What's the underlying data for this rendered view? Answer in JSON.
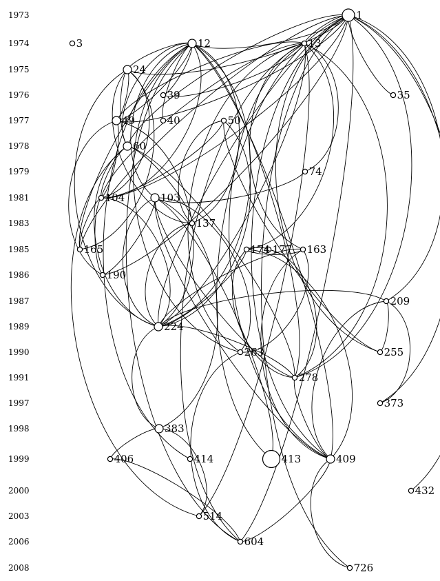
{
  "years": [
    "1973",
    "1974",
    "1975",
    "1976",
    "1977",
    "1978",
    "1979",
    "1981",
    "1983",
    "1985",
    "1986",
    "1987",
    "1989",
    "1990",
    "1991",
    "1997",
    "1998",
    "1999",
    "2000",
    "2003",
    "2006",
    "2008"
  ],
  "nodes": [
    {
      "id": "1",
      "label": "1",
      "year": "1973",
      "size": "large"
    },
    {
      "id": "3",
      "label": "3",
      "year": "1974",
      "size": "small"
    },
    {
      "id": "12",
      "label": "12",
      "year": "1974",
      "size": "medium"
    },
    {
      "id": "13",
      "label": "13",
      "year": "1974",
      "size": "small"
    },
    {
      "id": "24",
      "label": "24",
      "year": "1975",
      "size": "medium"
    },
    {
      "id": "39",
      "label": "39",
      "year": "1976",
      "size": "small"
    },
    {
      "id": "35",
      "label": "35",
      "year": "1976",
      "size": "small"
    },
    {
      "id": "49",
      "label": "49",
      "year": "1977",
      "size": "medium"
    },
    {
      "id": "40",
      "label": "40",
      "year": "1977",
      "size": "small"
    },
    {
      "id": "50",
      "label": "50",
      "year": "1977",
      "size": "small"
    },
    {
      "id": "60",
      "label": "60",
      "year": "1978",
      "size": "medium"
    },
    {
      "id": "74",
      "label": "74",
      "year": "1979",
      "size": "small"
    },
    {
      "id": "104",
      "label": "104",
      "year": "1981",
      "size": "small"
    },
    {
      "id": "103",
      "label": "103",
      "year": "1981",
      "size": "medium"
    },
    {
      "id": "137",
      "label": "137",
      "year": "1983",
      "size": "small"
    },
    {
      "id": "165",
      "label": "165",
      "year": "1985",
      "size": "small"
    },
    {
      "id": "174",
      "label": "174",
      "year": "1985",
      "size": "small"
    },
    {
      "id": "177",
      "label": "177",
      "year": "1985",
      "size": "small"
    },
    {
      "id": "163",
      "label": "163",
      "year": "1985",
      "size": "small"
    },
    {
      "id": "190",
      "label": "190",
      "year": "1986",
      "size": "small"
    },
    {
      "id": "209",
      "label": "209",
      "year": "1987",
      "size": "small"
    },
    {
      "id": "224",
      "label": "224",
      "year": "1989",
      "size": "medium"
    },
    {
      "id": "263",
      "label": "263",
      "year": "1990",
      "size": "small"
    },
    {
      "id": "255",
      "label": "255",
      "year": "1990",
      "size": "small"
    },
    {
      "id": "278",
      "label": "278",
      "year": "1991",
      "size": "small"
    },
    {
      "id": "373",
      "label": "373",
      "year": "1997",
      "size": "small"
    },
    {
      "id": "383",
      "label": "383",
      "year": "1998",
      "size": "medium"
    },
    {
      "id": "406",
      "label": "406",
      "year": "1999",
      "size": "small"
    },
    {
      "id": "414",
      "label": "414",
      "year": "1999",
      "size": "small"
    },
    {
      "id": "413",
      "label": "413",
      "year": "1999",
      "size": "xlarge"
    },
    {
      "id": "409",
      "label": "409",
      "year": "1999",
      "size": "medium"
    },
    {
      "id": "432",
      "label": "432",
      "year": "2000",
      "size": "small"
    },
    {
      "id": "514",
      "label": "514",
      "year": "2003",
      "size": "small"
    },
    {
      "id": "604",
      "label": "604",
      "year": "2006",
      "size": "small"
    },
    {
      "id": "726",
      "label": "726",
      "year": "2008",
      "size": "small"
    }
  ],
  "edges": [
    [
      "1",
      "12"
    ],
    [
      "1",
      "13"
    ],
    [
      "1",
      "24"
    ],
    [
      "1",
      "35"
    ],
    [
      "1",
      "49"
    ],
    [
      "1",
      "60"
    ],
    [
      "1",
      "104"
    ],
    [
      "1",
      "165"
    ],
    [
      "1",
      "190"
    ],
    [
      "1",
      "224"
    ],
    [
      "1",
      "209"
    ],
    [
      "1",
      "255"
    ],
    [
      "1",
      "373"
    ],
    [
      "1",
      "409"
    ],
    [
      "1",
      "432"
    ],
    [
      "1",
      "413"
    ],
    [
      "1",
      "604"
    ],
    [
      "1",
      "726"
    ],
    [
      "1",
      "278"
    ],
    [
      "12",
      "24"
    ],
    [
      "12",
      "39"
    ],
    [
      "12",
      "40"
    ],
    [
      "12",
      "49"
    ],
    [
      "12",
      "60"
    ],
    [
      "12",
      "104"
    ],
    [
      "12",
      "103"
    ],
    [
      "12",
      "137"
    ],
    [
      "12",
      "165"
    ],
    [
      "12",
      "224"
    ],
    [
      "12",
      "263"
    ],
    [
      "12",
      "278"
    ],
    [
      "12",
      "414"
    ],
    [
      "12",
      "409"
    ],
    [
      "12",
      "604"
    ],
    [
      "13",
      "39"
    ],
    [
      "13",
      "49"
    ],
    [
      "13",
      "74"
    ],
    [
      "13",
      "104"
    ],
    [
      "13",
      "174"
    ],
    [
      "13",
      "163"
    ],
    [
      "13",
      "224"
    ],
    [
      "13",
      "263"
    ],
    [
      "13",
      "278"
    ],
    [
      "13",
      "409"
    ],
    [
      "13",
      "514"
    ],
    [
      "13",
      "604"
    ],
    [
      "24",
      "49"
    ],
    [
      "24",
      "60"
    ],
    [
      "24",
      "104"
    ],
    [
      "24",
      "137"
    ],
    [
      "24",
      "165"
    ],
    [
      "24",
      "224"
    ],
    [
      "49",
      "104"
    ],
    [
      "49",
      "190"
    ],
    [
      "49",
      "224"
    ],
    [
      "60",
      "104"
    ],
    [
      "60",
      "137"
    ],
    [
      "60",
      "224"
    ],
    [
      "60",
      "278"
    ],
    [
      "60",
      "514"
    ],
    [
      "50",
      "104"
    ],
    [
      "50",
      "137"
    ],
    [
      "50",
      "224"
    ],
    [
      "50",
      "255"
    ],
    [
      "74",
      "103"
    ],
    [
      "104",
      "190"
    ],
    [
      "104",
      "224"
    ],
    [
      "104",
      "165"
    ],
    [
      "103",
      "190"
    ],
    [
      "103",
      "224"
    ],
    [
      "103",
      "263"
    ],
    [
      "103",
      "278"
    ],
    [
      "103",
      "383"
    ],
    [
      "103",
      "409"
    ],
    [
      "103",
      "413"
    ],
    [
      "137",
      "224"
    ],
    [
      "174",
      "177"
    ],
    [
      "174",
      "163"
    ],
    [
      "174",
      "224"
    ],
    [
      "174",
      "278"
    ],
    [
      "174",
      "409"
    ],
    [
      "163",
      "224"
    ],
    [
      "163",
      "263"
    ],
    [
      "163",
      "409"
    ],
    [
      "177",
      "278"
    ],
    [
      "209",
      "224"
    ],
    [
      "209",
      "373"
    ],
    [
      "209",
      "409"
    ],
    [
      "209",
      "255"
    ],
    [
      "224",
      "383"
    ],
    [
      "224",
      "278"
    ],
    [
      "383",
      "406"
    ],
    [
      "383",
      "514"
    ],
    [
      "263",
      "604"
    ],
    [
      "406",
      "604"
    ],
    [
      "409",
      "726"
    ],
    [
      "409",
      "604"
    ],
    [
      "278",
      "409"
    ]
  ]
}
